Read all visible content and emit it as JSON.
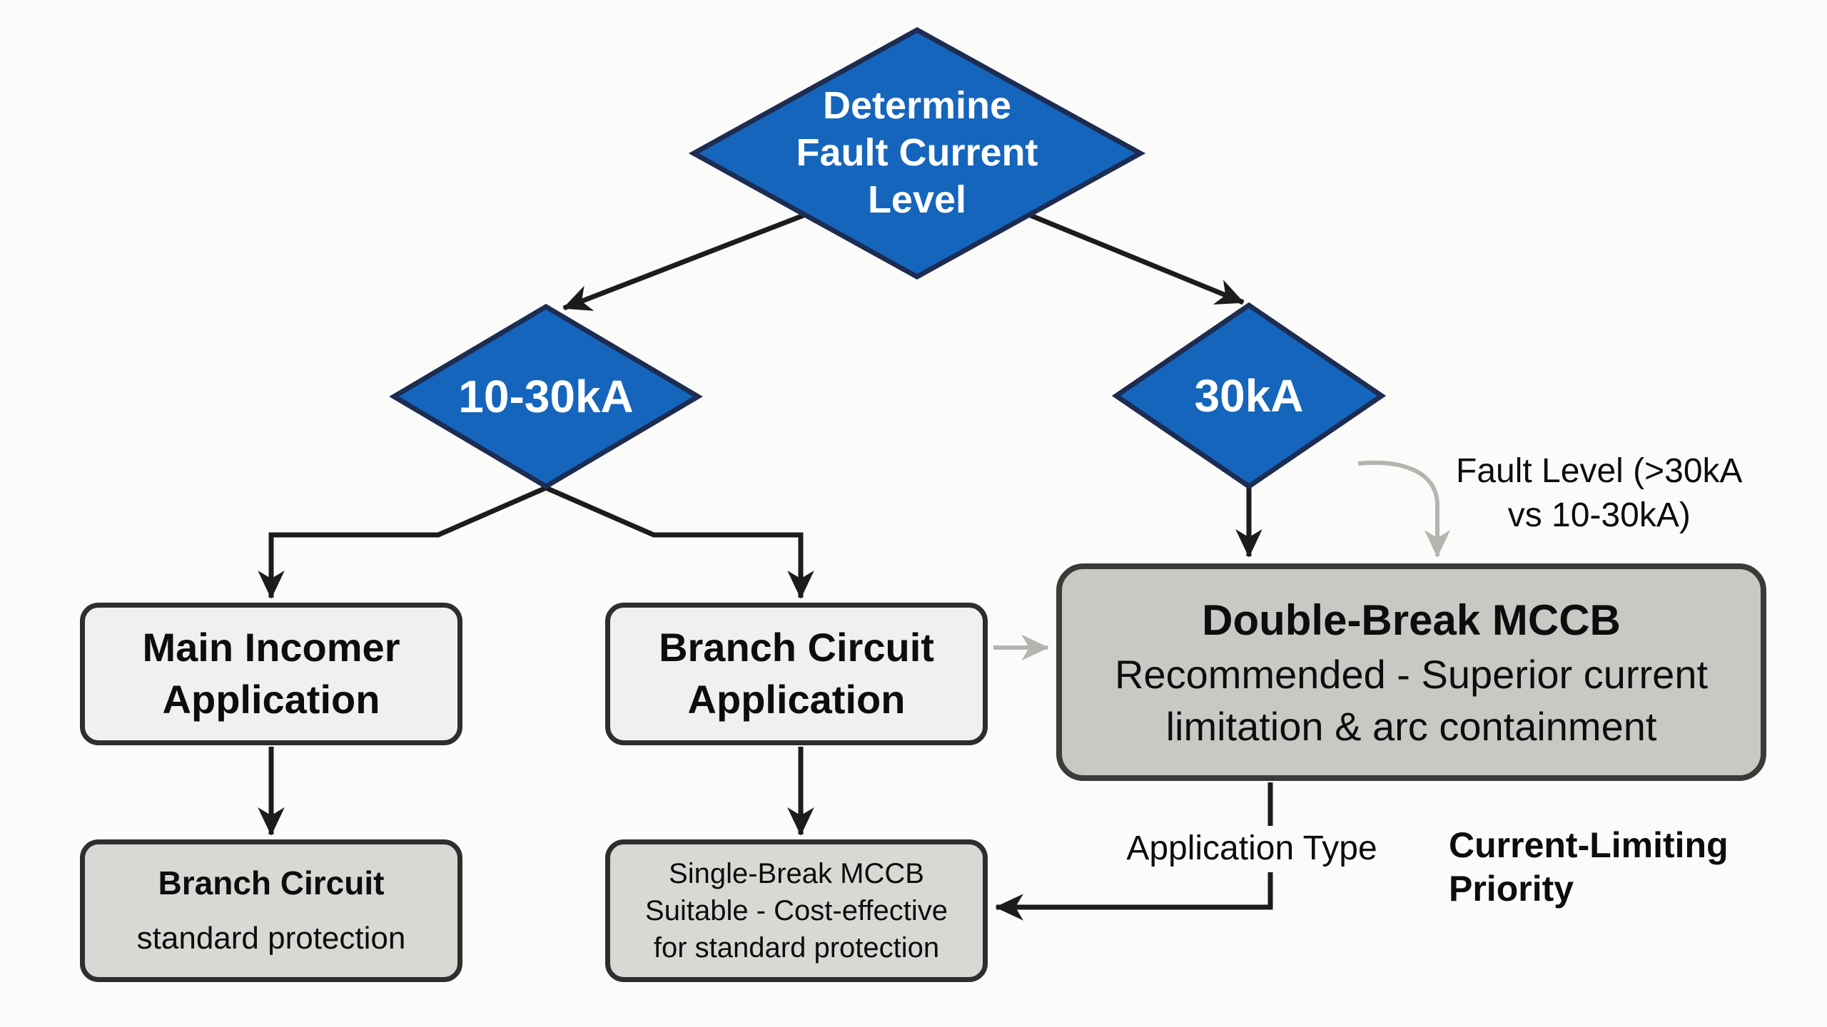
{
  "colors": {
    "diamond_fill": "#1565bd",
    "diamond_border": "#1d2c52",
    "box_light": "#f1f0ee",
    "box_medium": "#d9d8d4",
    "box_dark": "#c9c8c4",
    "box_border": "#2e2e2e",
    "box_border_dark": "#3b3b39",
    "arrow_black": "#1c1c1c",
    "arrow_gray": "#b5b4b0",
    "background": "#fbfbf9",
    "text": "#0d0d0d"
  },
  "nodes": {
    "start": {
      "lines": [
        "Determine",
        "Fault Current",
        "Level"
      ]
    },
    "fault_low": {
      "label": "10-30kA"
    },
    "fault_high": {
      "label": "30kA"
    },
    "main_incomer": {
      "lines": [
        "Main Incomer",
        "Application"
      ]
    },
    "branch_application": {
      "lines": [
        "Branch Circuit",
        "Application"
      ]
    },
    "double_break": {
      "title": "Double-Break MCCB",
      "body_lines": [
        "Recommended - Superior current",
        "limitation & arc containment"
      ]
    },
    "branch_standard": {
      "title": "Branch Circuit",
      "subtitle": "standard protection"
    },
    "single_break": {
      "lines": [
        "Single-Break MCCB",
        "Suitable - Cost-effective",
        "for standard protection"
      ]
    }
  },
  "annotations": {
    "fault_level_note": {
      "lines": [
        "Fault Level (>30kA",
        "vs 10-30kA)"
      ]
    },
    "application_type": {
      "label": "Application Type"
    },
    "current_limiting": {
      "lines": [
        "Current-Limiting",
        "Priority"
      ]
    }
  }
}
